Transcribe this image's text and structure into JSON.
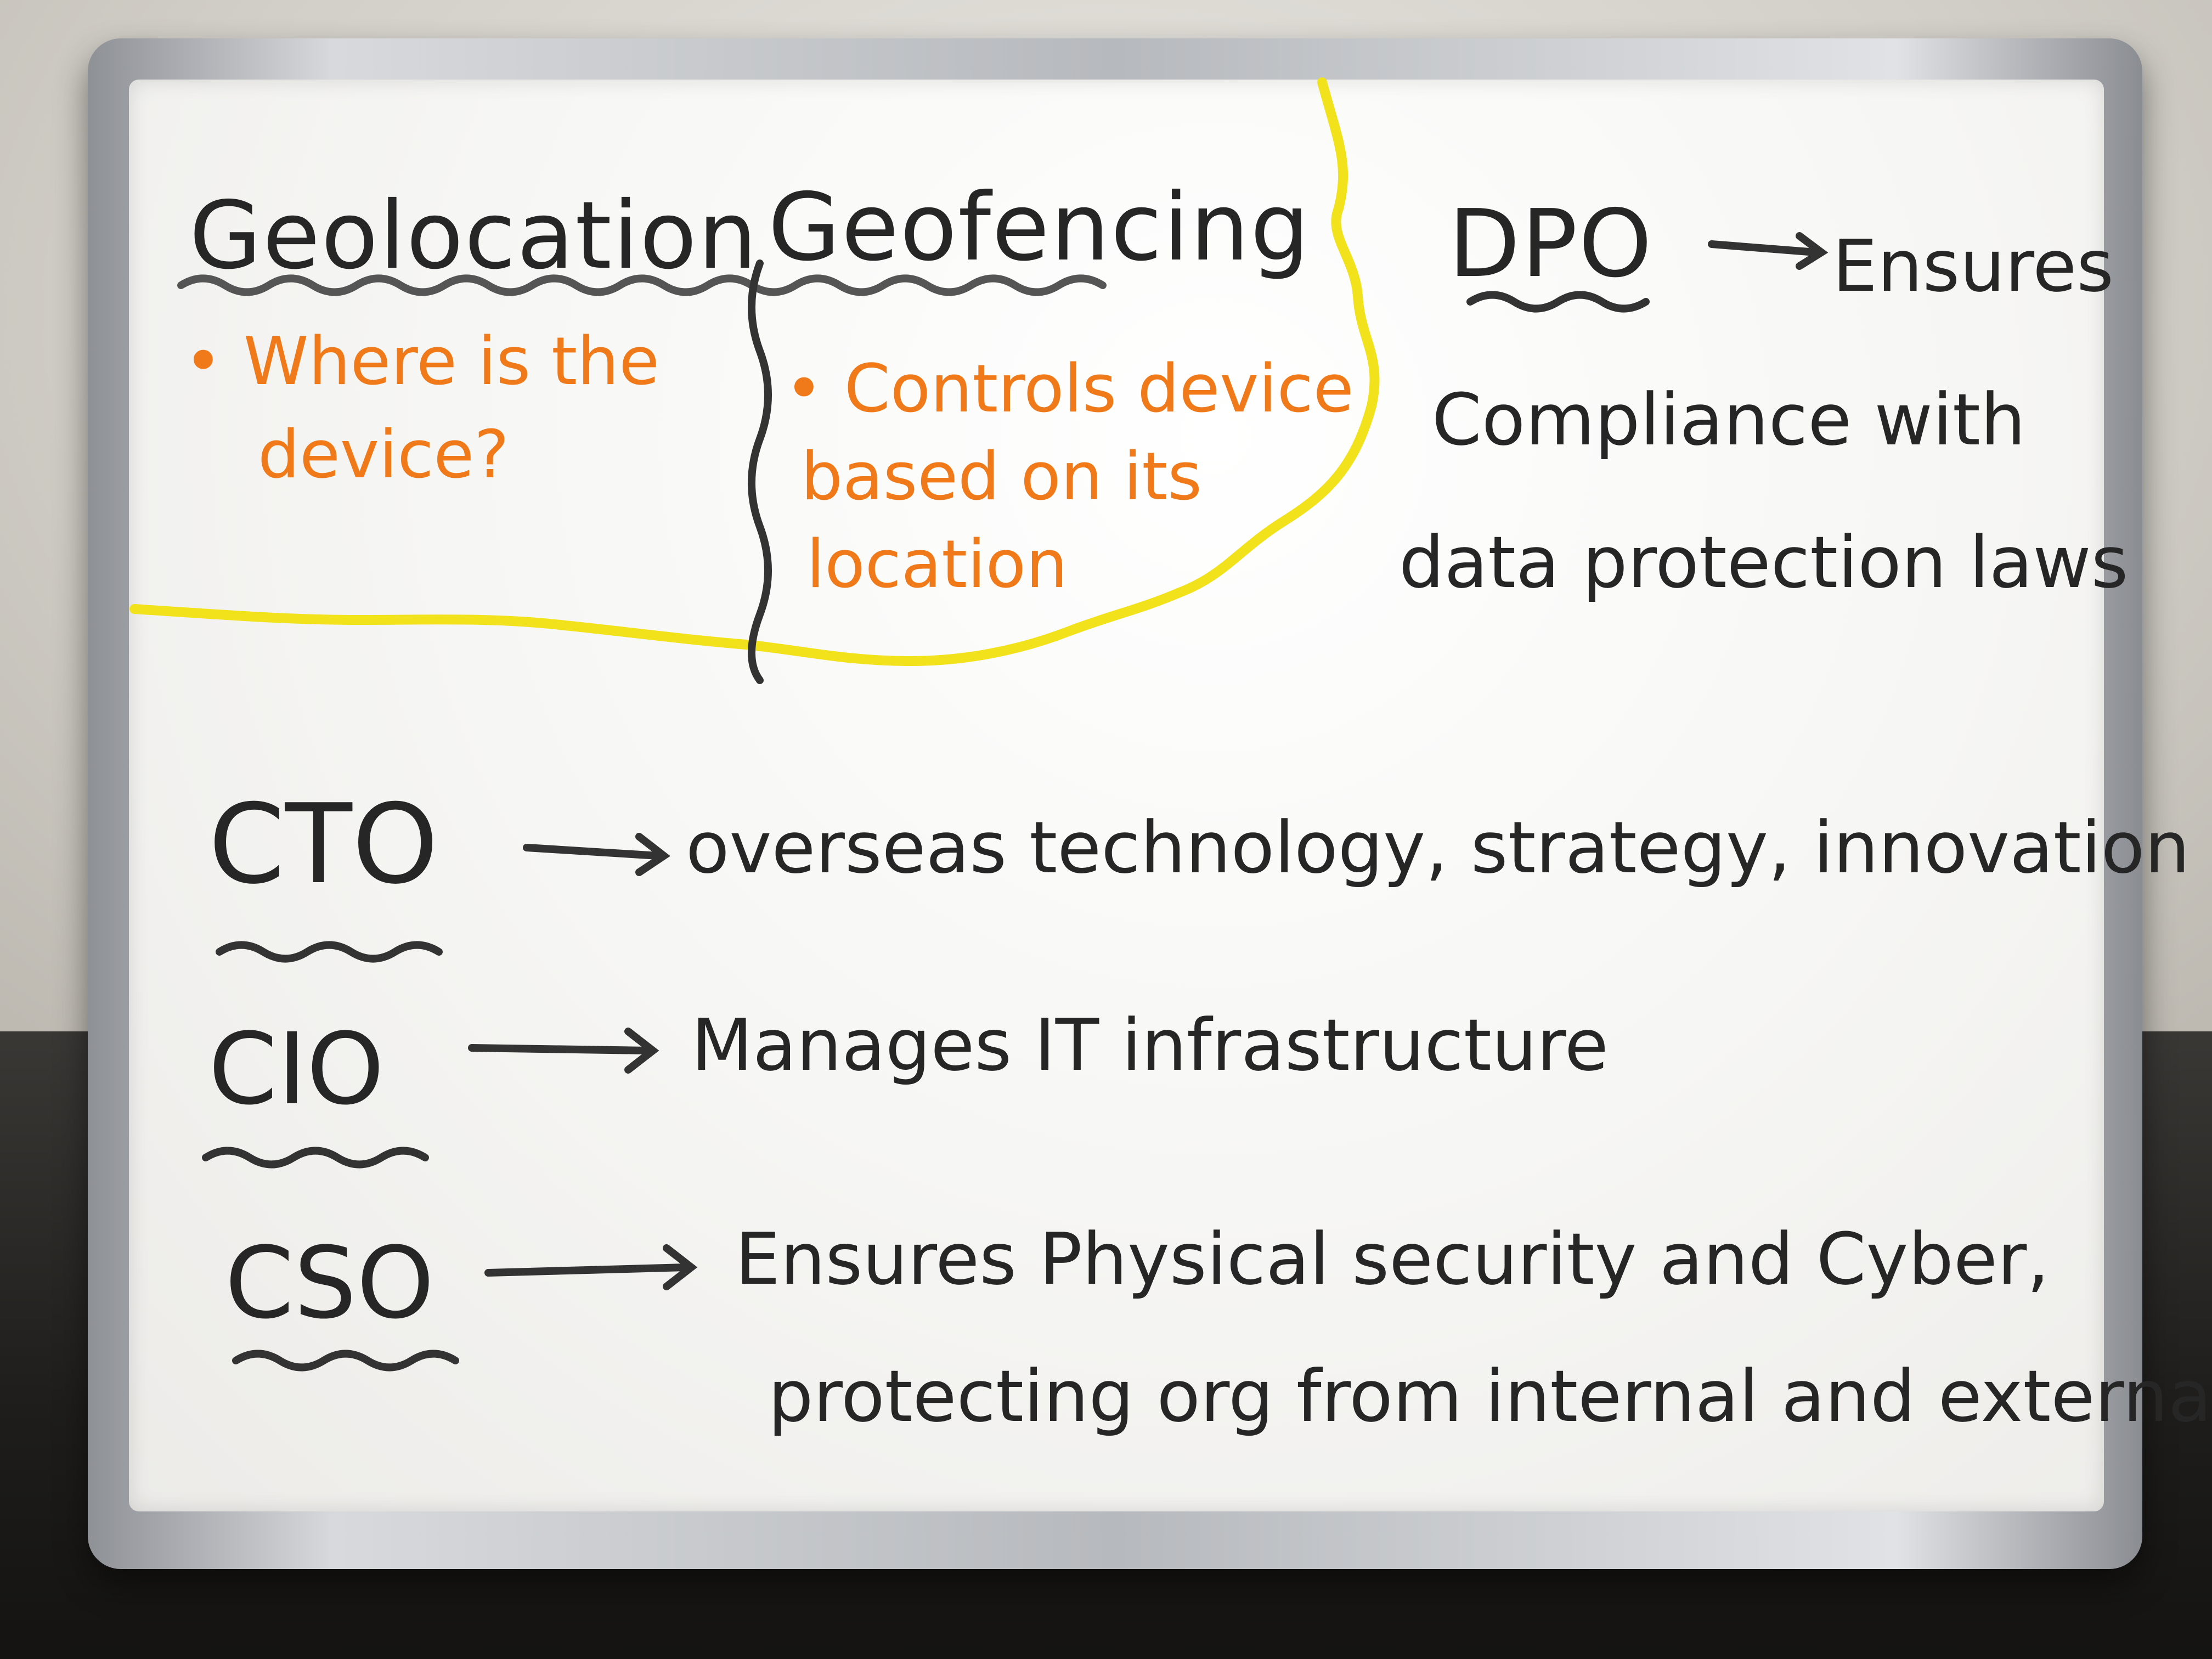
{
  "board": {
    "title_left": "Geolocation",
    "title_right": "Geofencing",
    "geolocation_note_line1": "• Where is the",
    "geolocation_note_line2": "device?",
    "geofencing_note_line1": "• Controls device",
    "geofencing_note_line2": "based on its",
    "geofencing_note_line3": "location",
    "dpo": {
      "role": "DPO",
      "desc_line1": "Ensures",
      "desc_line2": "Compliance with",
      "desc_line3": "data protection laws"
    },
    "cto": {
      "role": "CTO",
      "desc": "overseas technology, strategy, innovation"
    },
    "cio": {
      "role": "CIO",
      "desc": "Manages IT infrastructure"
    },
    "cso": {
      "role": "CSO",
      "desc_line1": "Ensures Physical security and Cyber,",
      "desc_line2": "protecting org from internal and external"
    }
  },
  "colors": {
    "black_marker": "#262626",
    "orange_marker": "#f07a1a",
    "yellow_marker": "#f2e21b"
  }
}
